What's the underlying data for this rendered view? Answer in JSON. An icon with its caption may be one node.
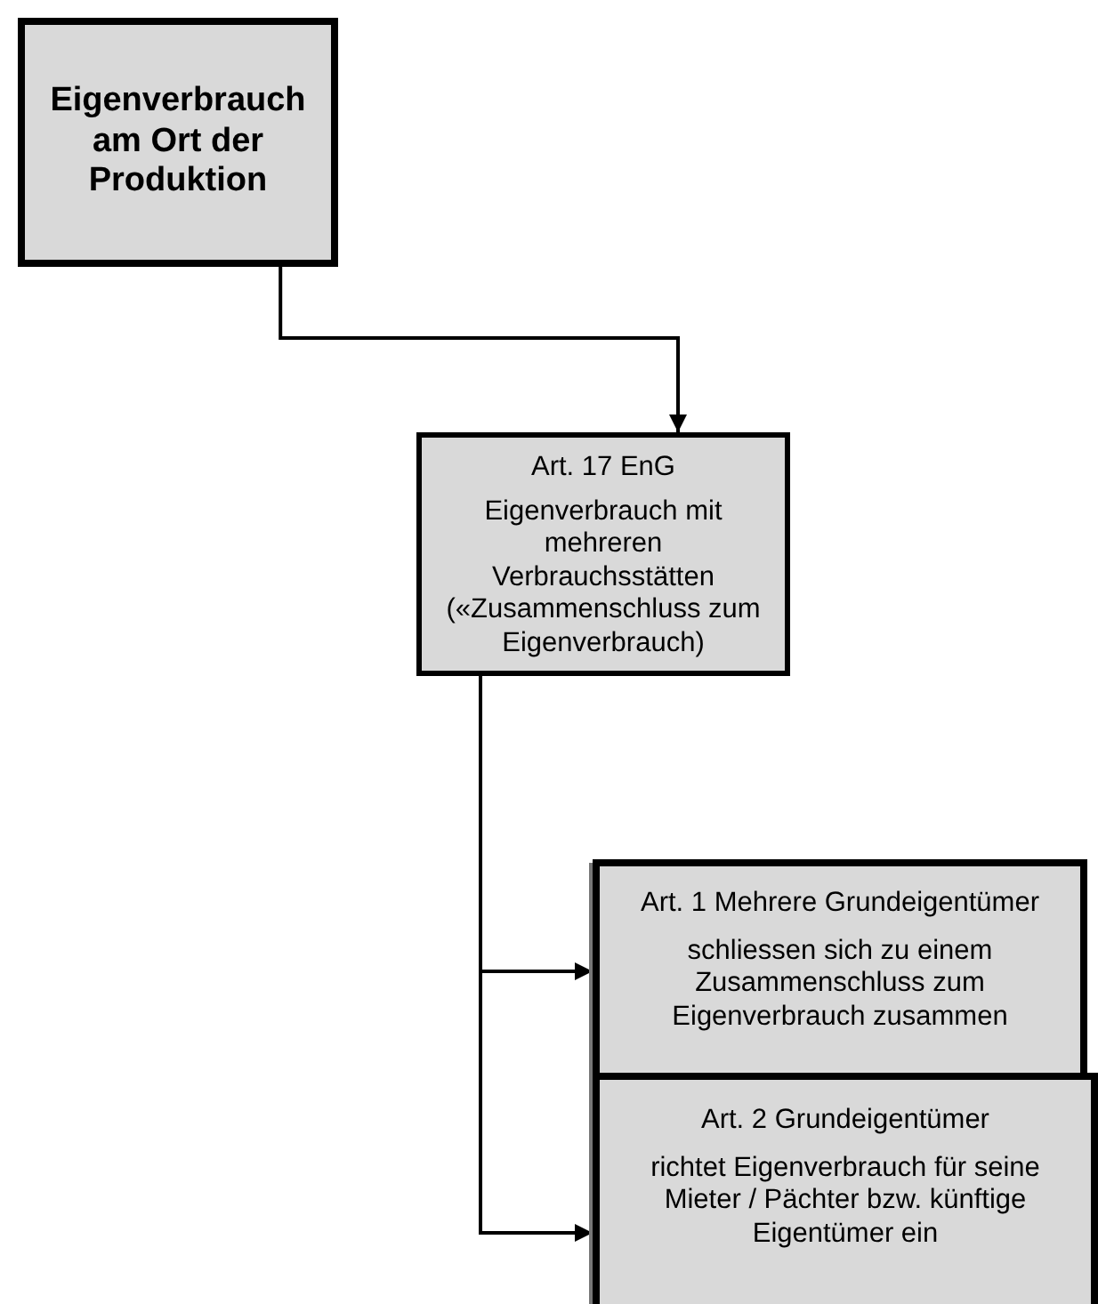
{
  "diagram": {
    "nodes": [
      {
        "text": [
          "Eigenverbrauch am Ort der Produktion"
        ]
      },
      {
        "text": [
          "Art. 17 EnG",
          "Eigenverbrauch mit mehreren Verbrauchsstätten («Zusammenschluss zum Eigenverbrauch)"
        ]
      },
      {
        "text": [
          "Art. 1 Mehrere Grundeigentümer",
          "schliessen sich zu einem Zusammenschluss zum Eigenverbrauch zusammen"
        ]
      },
      {
        "text": [
          "Art. 2 Grundeigentümer",
          "richtet Eigenverbrauch für seine Mieter / Pächter bzw. künftige Eigentümer ein"
        ]
      }
    ],
    "edges": [
      {
        "from": 0,
        "to": 1,
        "arrow": "to"
      },
      {
        "from": 1,
        "to": 2,
        "arrow": "to"
      },
      {
        "from": 1,
        "to": 3,
        "arrow": "to"
      }
    ]
  }
}
